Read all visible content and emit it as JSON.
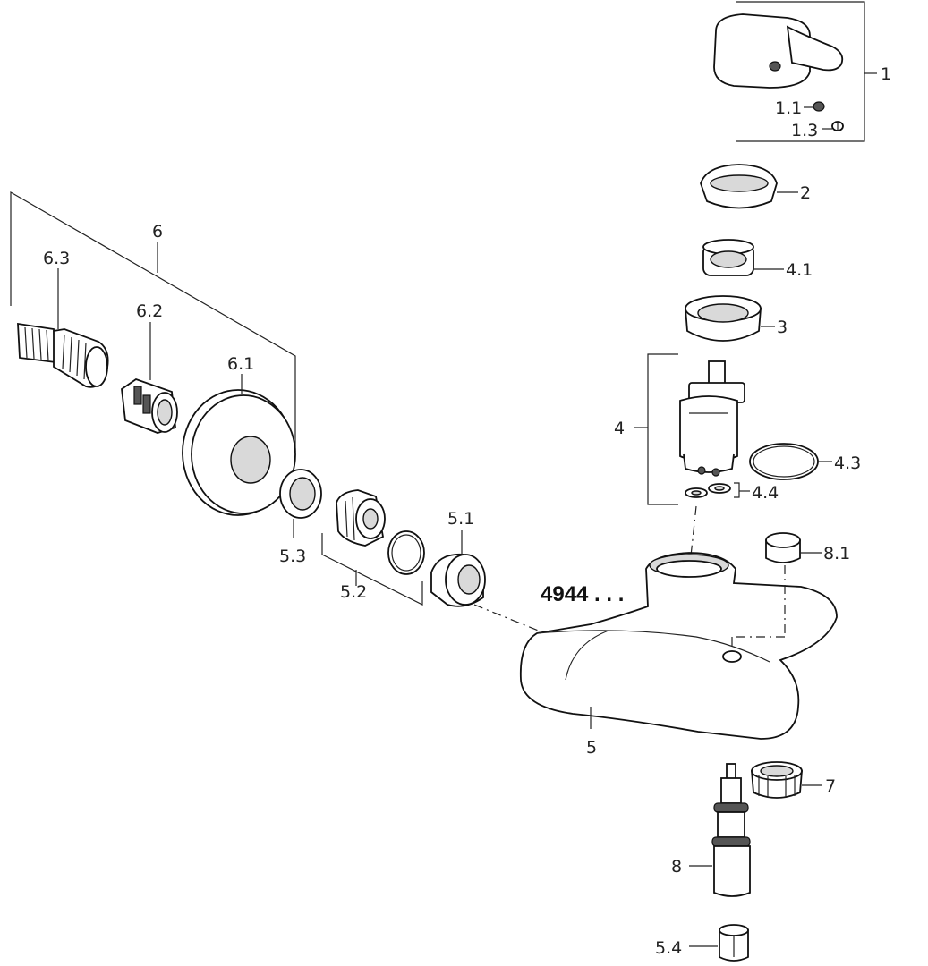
{
  "diagram": {
    "model_number": "4944 . . .",
    "callouts": {
      "p1": "1",
      "p1_1": "1.1",
      "p1_3": "1.3",
      "p2": "2",
      "p3": "3",
      "p4": "4",
      "p4_1": "4.1",
      "p4_3": "4.3",
      "p4_4": "4.4",
      "p5": "5",
      "p5_1": "5.1",
      "p5_2": "5.2",
      "p5_3": "5.3",
      "p5_4": "5.4",
      "p6": "6",
      "p6_1": "6.1",
      "p6_2": "6.2",
      "p6_3": "6.3",
      "p7": "7",
      "p8": "8",
      "p8_1": "8.1"
    }
  }
}
